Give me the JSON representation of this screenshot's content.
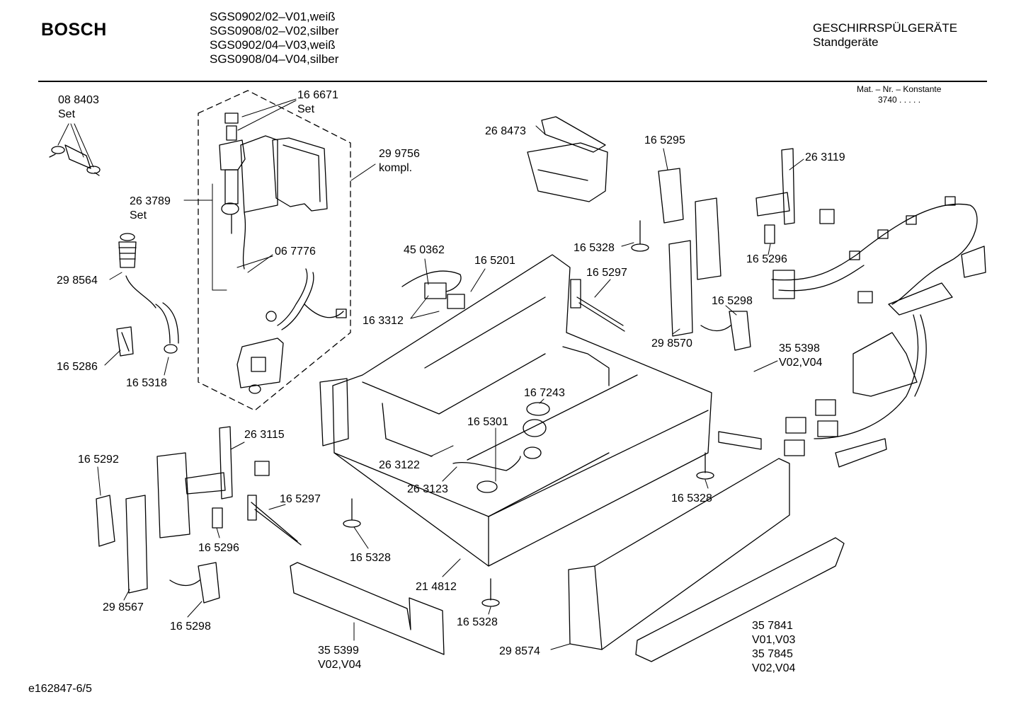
{
  "header": {
    "brand": "BOSCH",
    "models": [
      "SGS0902/02–V01,weiß",
      "SGS0908/02–V02,silber",
      "SGS0902/04–V03,weiß",
      "SGS0908/04–V04,silber"
    ],
    "category": "GESCHIRRSPÜLGERÄTE",
    "subcategory": "Standgeräte",
    "matnr_label": "Mat. – Nr. – Konstante",
    "matnr_value": "3740  .  .  .  .  ."
  },
  "footer": {
    "doc_id": "e162847-6/5"
  },
  "callouts": [
    {
      "id": "c1",
      "lines": [
        "08 8403",
        "Set"
      ]
    },
    {
      "id": "c2",
      "lines": [
        "16 6671",
        "Set"
      ]
    },
    {
      "id": "c3",
      "lines": [
        "29 9756",
        "kompl."
      ]
    },
    {
      "id": "c4",
      "lines": [
        "26 3789",
        "Set"
      ]
    },
    {
      "id": "c5",
      "lines": [
        "29 8564"
      ]
    },
    {
      "id": "c6",
      "lines": [
        "06 7776"
      ]
    },
    {
      "id": "c7",
      "lines": [
        "16 5286"
      ]
    },
    {
      "id": "c8",
      "lines": [
        "16 5318"
      ]
    },
    {
      "id": "c9",
      "lines": [
        "26 8473"
      ]
    },
    {
      "id": "c10",
      "lines": [
        "16 5295"
      ]
    },
    {
      "id": "c11",
      "lines": [
        "26 3119"
      ]
    },
    {
      "id": "c12",
      "lines": [
        "45 0362"
      ]
    },
    {
      "id": "c13",
      "lines": [
        "16 5201"
      ]
    },
    {
      "id": "c14",
      "lines": [
        "16 3312"
      ]
    },
    {
      "id": "c15",
      "lines": [
        "16 5328"
      ]
    },
    {
      "id": "c16",
      "lines": [
        "16 5297"
      ]
    },
    {
      "id": "c17",
      "lines": [
        "16 5296"
      ]
    },
    {
      "id": "c18",
      "lines": [
        "16 5298"
      ]
    },
    {
      "id": "c19",
      "lines": [
        "29 8570"
      ]
    },
    {
      "id": "c20",
      "lines": [
        "35 5398",
        "V02,V04"
      ]
    },
    {
      "id": "c21",
      "lines": [
        "16 7243"
      ]
    },
    {
      "id": "c22",
      "lines": [
        "16 5301"
      ]
    },
    {
      "id": "c23",
      "lines": [
        "26 3115"
      ]
    },
    {
      "id": "c24",
      "lines": [
        "16 5292"
      ]
    },
    {
      "id": "c25",
      "lines": [
        "26 3122"
      ]
    },
    {
      "id": "c26",
      "lines": [
        "26 3123"
      ]
    },
    {
      "id": "c27",
      "lines": [
        "16 5297"
      ]
    },
    {
      "id": "c28",
      "lines": [
        "16 5296"
      ]
    },
    {
      "id": "c29",
      "lines": [
        "16 5328"
      ]
    },
    {
      "id": "c30",
      "lines": [
        "16 5328"
      ]
    },
    {
      "id": "c31",
      "lines": [
        "21 4812"
      ]
    },
    {
      "id": "c32",
      "lines": [
        "29 8567"
      ]
    },
    {
      "id": "c33",
      "lines": [
        "16 5298"
      ]
    },
    {
      "id": "c34",
      "lines": [
        "16 5328"
      ]
    },
    {
      "id": "c35",
      "lines": [
        "29 8574"
      ]
    },
    {
      "id": "c36",
      "lines": [
        "35 5399",
        "V02,V04"
      ]
    },
    {
      "id": "c37",
      "lines": [
        "35 7841",
        "V01,V03",
        "35 7845",
        "V02,V04"
      ]
    }
  ]
}
